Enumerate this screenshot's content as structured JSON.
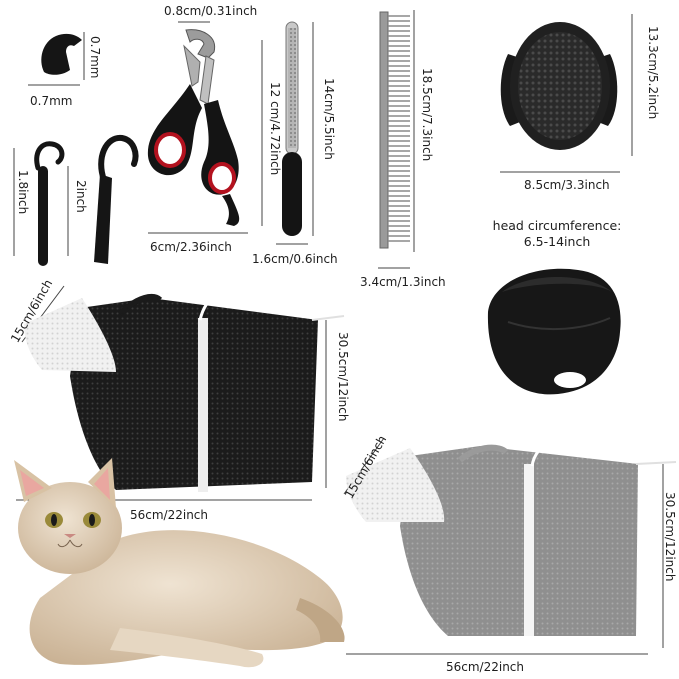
{
  "labels": {
    "cap_w": "0.7mm",
    "cap_h": "0.7mm",
    "clipper_blade": "0.8cm/0.31inch",
    "clipper_len": "12 cm/4.72inch",
    "clipper_w": "6cm/2.36inch",
    "file_len": "14cm/5.5inch",
    "file_w": "1.6cm/0.6inch",
    "comb_len": "18.5cm/7.3inch",
    "comb_w": "3.4cm/1.3inch",
    "brush_h": "13.3cm/5.2inch",
    "brush_w": "8.5cm/3.3inch",
    "hook1_h": "1.8inch",
    "hook2_h": "2inch",
    "head_title": "head circumference:",
    "head_range": "6.5-14inch",
    "bag_black_h": "30.5cm/12inch",
    "bag_black_w": "56cm/22inch",
    "bag_black_neck": "15cm/6inch",
    "bag_grey_h": "30.5cm/12inch",
    "bag_grey_w": "56cm/22inch",
    "bag_grey_neck": "15cm/6inch"
  },
  "colors": {
    "black_item": "#1a1a1a",
    "accent_red": "#b3121f",
    "grey_bag": "#8f8f8f",
    "white_collar": "#f1f1f1",
    "cat_fur": "#d9c6ad"
  }
}
